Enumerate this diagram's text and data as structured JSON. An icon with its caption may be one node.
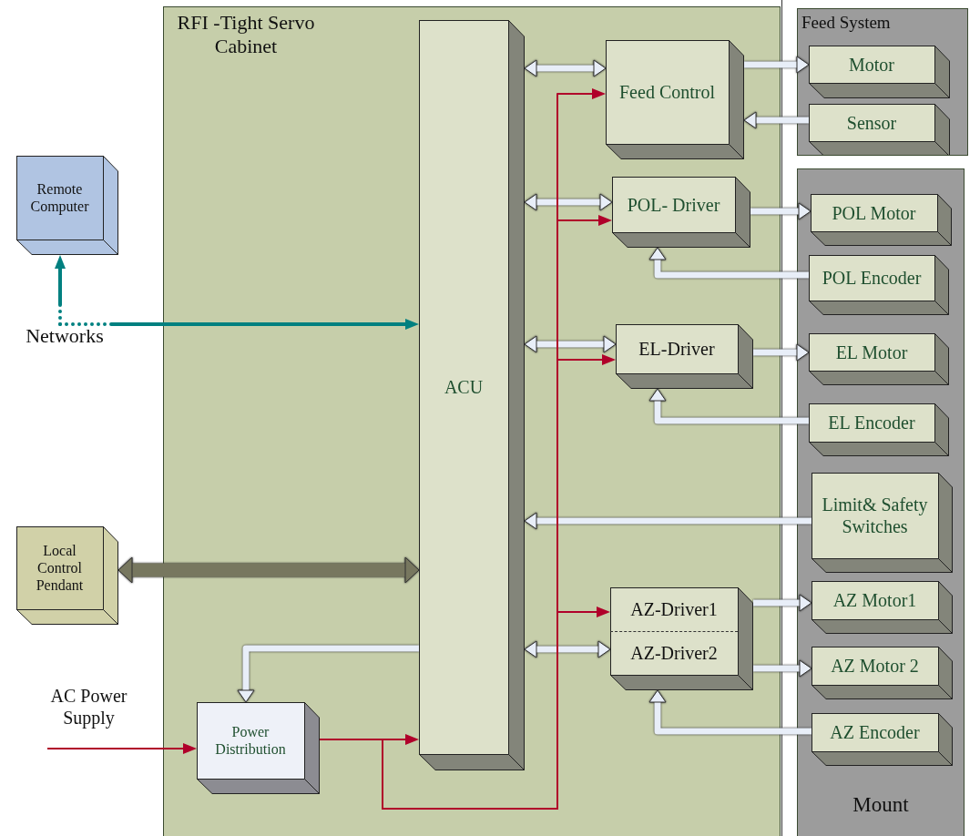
{
  "diagram": {
    "nodes": [
      {
        "text": [
          "RFI -Tight Servo Cabinet"
        ]
      },
      {
        "text": [
          "ACU"
        ],
        "in": 0
      },
      {
        "text": [
          "Feed Control"
        ],
        "in": 0
      },
      {
        "text": [
          "POL- Driver"
        ],
        "in": 0
      },
      {
        "text": [
          "EL-Driver"
        ],
        "in": 0
      },
      {
        "text": [
          "AZ-Driver1",
          "AZ-Driver2"
        ],
        "in": 0
      },
      {
        "text": [
          "Power Distribution"
        ],
        "in": 0
      },
      {
        "text": [
          "Feed System"
        ]
      },
      {
        "text": [
          "Motor"
        ],
        "in": 7
      },
      {
        "text": [
          "Sensor"
        ],
        "in": 7
      },
      {
        "text": [
          "Mount"
        ]
      },
      {
        "text": [
          "POL Motor"
        ],
        "in": 10
      },
      {
        "text": [
          "POL Encoder"
        ],
        "in": 10
      },
      {
        "text": [
          "EL Motor"
        ],
        "in": 10
      },
      {
        "text": [
          "EL Encoder"
        ],
        "in": 10
      },
      {
        "text": [
          "Limit& Safety Switches"
        ],
        "in": 10
      },
      {
        "text": [
          "AZ Motor1"
        ],
        "in": 10
      },
      {
        "text": [
          "AZ Motor 2"
        ],
        "in": 10
      },
      {
        "text": [
          "AZ Encoder"
        ],
        "in": 10
      },
      {
        "text": [
          "Remote Computer"
        ]
      },
      {
        "text": [
          "Networks"
        ]
      },
      {
        "text": [
          "Local Control Pendant"
        ]
      },
      {
        "text": [
          "AC Power Supply"
        ]
      }
    ],
    "edges": [
      {
        "from": 1,
        "to": 2,
        "arrow": "both"
      },
      {
        "from": 1,
        "to": 3,
        "arrow": "both"
      },
      {
        "from": 1,
        "to": 4,
        "arrow": "both"
      },
      {
        "from": 1,
        "to": 5,
        "arrow": "both"
      },
      {
        "from": 2,
        "to": 8,
        "arrow": "to"
      },
      {
        "from": 9,
        "to": 2,
        "arrow": "to"
      },
      {
        "from": 3,
        "to": 11,
        "arrow": "to"
      },
      {
        "from": 12,
        "to": 3,
        "arrow": "to"
      },
      {
        "from": 4,
        "to": 13,
        "arrow": "to"
      },
      {
        "from": 14,
        "to": 4,
        "arrow": "to"
      },
      {
        "from": 15,
        "to": 1,
        "arrow": "to"
      },
      {
        "from": 5,
        "to": 16,
        "arrow": "to"
      },
      {
        "from": 5,
        "to": 17,
        "arrow": "to"
      },
      {
        "from": 18,
        "to": 5,
        "arrow": "to"
      },
      {
        "from": 20,
        "to": 19,
        "arrow": "to",
        "style": "dashed",
        "color": "#008080"
      },
      {
        "from": 20,
        "to": 1,
        "arrow": "to",
        "style": "dashed",
        "color": "#008080"
      },
      {
        "from": 21,
        "to": 1,
        "arrow": "both",
        "style": "thick",
        "color": "#77775f"
      },
      {
        "from": 1,
        "to": 6,
        "arrow": "to"
      },
      {
        "from": 22,
        "to": 6,
        "arrow": "to",
        "color": "#b0002a"
      },
      {
        "from": 6,
        "to": 1,
        "arrow": "to",
        "color": "#b0002a"
      },
      {
        "from": 6,
        "to": 2,
        "arrow": "to",
        "color": "#b0002a"
      },
      {
        "from": 6,
        "to": 3,
        "arrow": "to",
        "color": "#b0002a"
      },
      {
        "from": 6,
        "to": 4,
        "arrow": "to",
        "color": "#b0002a"
      },
      {
        "from": 6,
        "to": 5,
        "arrow": "to",
        "color": "#b0002a"
      }
    ]
  }
}
